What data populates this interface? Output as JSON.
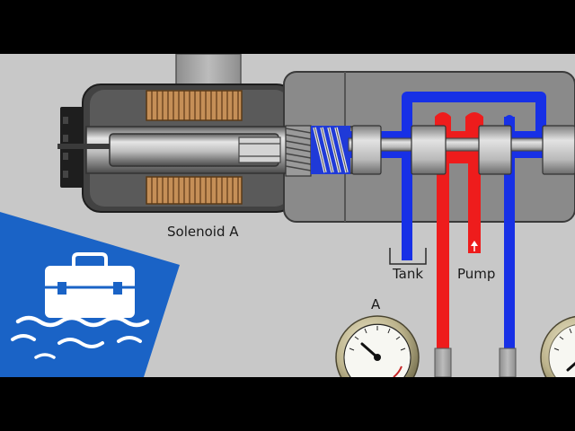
{
  "labels": {
    "solenoid": "Solenoid A",
    "tank": "Tank",
    "pump": "Pump",
    "gauge": "A"
  },
  "colors": {
    "background": "#c8c8c8",
    "letterbox": "#000000",
    "pressure_line": "#ee1c1c",
    "return_line": "#1730e6",
    "valve_body": "#878787",
    "coil": "#c08a52",
    "brand": "#1a63c6"
  },
  "icons": {
    "logo": "toolbox-in-water-icon"
  }
}
